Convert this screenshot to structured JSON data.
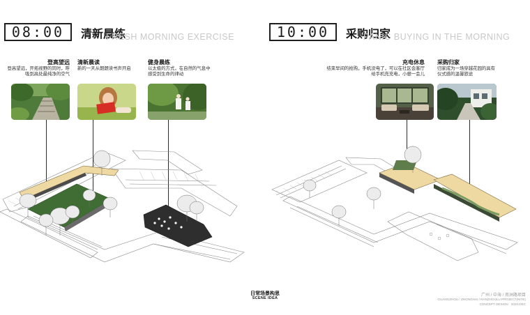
{
  "left_scene": {
    "time": "08:00",
    "title_zh": "清新晨练",
    "title_en": "FRESH MORNING EXERCISE",
    "activities": [
      {
        "title": "登高望远",
        "desc": "登高望远，开拓视野的同时，呼吸到高处最纯净的空气"
      },
      {
        "title": "清新晨读",
        "desc": "新的一天从朗朗读书声开启"
      },
      {
        "title": "健身晨练",
        "desc": "以太极的方式，在自然的气息中感受到生命的律动"
      }
    ]
  },
  "right_scene": {
    "time": "10:00",
    "title_zh": "采购归家",
    "title_en": "PANIC BUYING IN THE MORNING",
    "activities": [
      {
        "title": "充电休息",
        "desc": "结束早间的抢购，手机没电了，可以在社区会客厅给手机充充电，小憩一会儿"
      },
      {
        "title": "采购归家",
        "desc": "归家成为一场穿越花园的具有仪式感的温馨旅途"
      }
    ]
  },
  "footer": {
    "title_zh": "日常场景构思",
    "title_en": "SCENE IDEA"
  },
  "credits": {
    "line1": "广州 / 中海 / 南洲路项目",
    "line2": "GUANGZHOU / ZHONGHAI / NANZHOULU PROJECT(NITE)",
    "line3": "CONCEPT  DESIGN  ·  2020.DEC"
  },
  "colors": {
    "lawn": "#3f6d34",
    "plaza": "#2e2e2e",
    "roof": "#efd9a3",
    "planter": "#5f7d4a",
    "line": "#8a8a8a"
  }
}
